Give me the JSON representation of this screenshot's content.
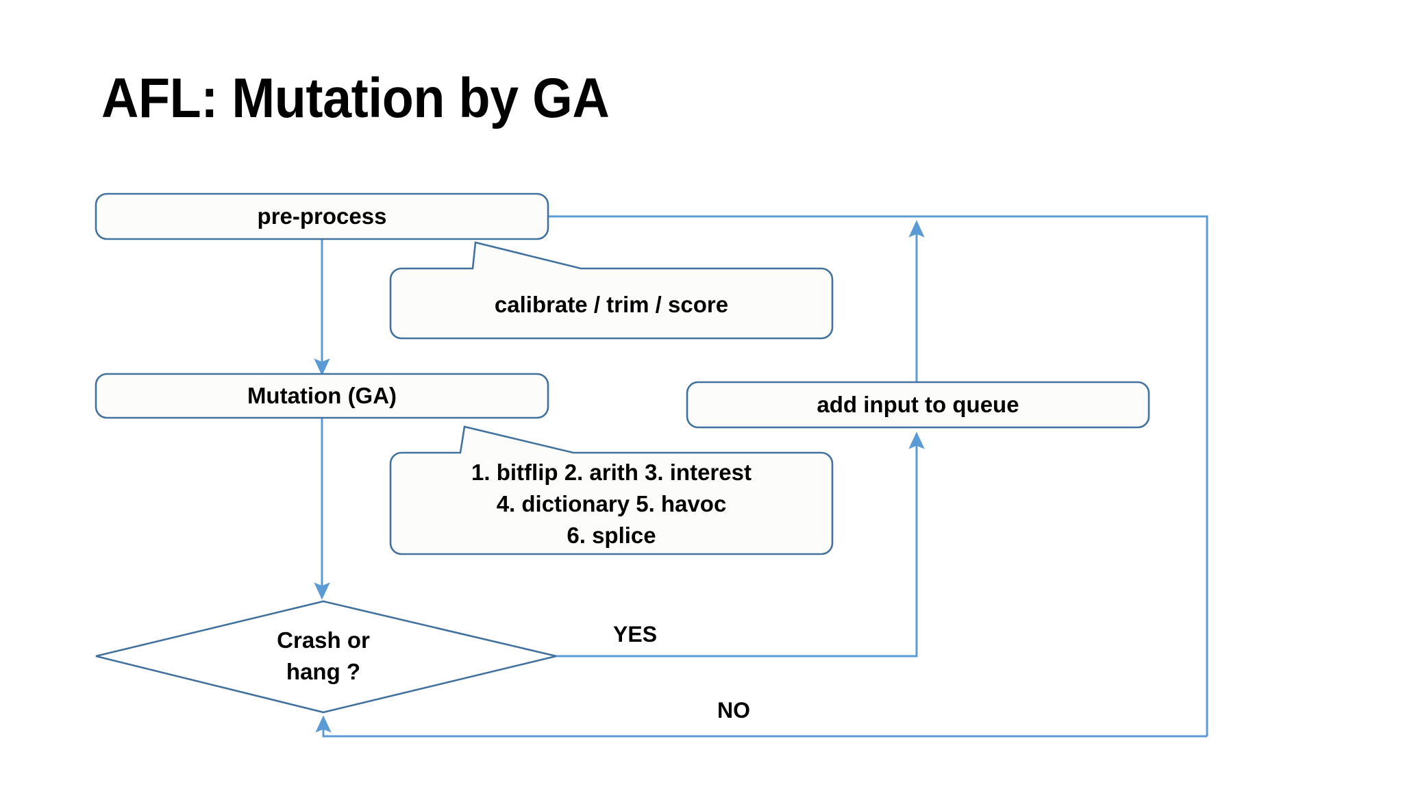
{
  "slide": {
    "title": "AFL: Mutation by GA",
    "background_color": "#ffffff",
    "stroke_color": "#41719c",
    "arrow_color": "#5b9bd5",
    "fill_color": "#fcfdfb",
    "text_color": "#000000"
  },
  "nodes": {
    "pre_process": {
      "label": "pre-process",
      "shape": "rounded-rect"
    },
    "calibrate": {
      "label": "calibrate /  trim / score",
      "shape": "rounded-callout"
    },
    "mutation": {
      "label": "Mutation (GA)",
      "shape": "rounded-rect"
    },
    "mutators": {
      "shape": "rounded-callout",
      "line1": "1.  bitflip 2. arith 3. interest",
      "line2": "4. dictionary 5. havoc",
      "line3": "6. splice"
    },
    "add_queue": {
      "label": "add input to queue",
      "shape": "rounded-rect"
    },
    "decision": {
      "shape": "diamond",
      "line1": "Crash or",
      "line2": "hang ?"
    }
  },
  "edge_labels": {
    "yes": "YES",
    "no": "NO"
  }
}
